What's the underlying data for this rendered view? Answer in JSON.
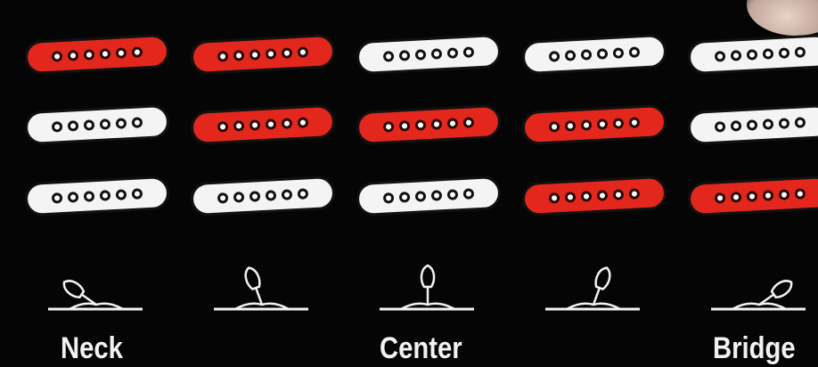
{
  "labels": {
    "neck": "Neck",
    "center": "Center",
    "bridge": "Bridge"
  },
  "colors": {
    "active": "#e3271d",
    "inactive": "#f4f4f4",
    "background": "#050505"
  },
  "positions": [
    {
      "id": "neck",
      "pickups_active": [
        true,
        false,
        false
      ],
      "switch_tilt": "left"
    },
    {
      "id": "neck-middle",
      "pickups_active": [
        true,
        true,
        false
      ],
      "switch_tilt": "slight-left"
    },
    {
      "id": "center",
      "pickups_active": [
        false,
        true,
        false
      ],
      "switch_tilt": "center"
    },
    {
      "id": "middle-bridge",
      "pickups_active": [
        false,
        true,
        true
      ],
      "switch_tilt": "slight-right"
    },
    {
      "id": "bridge",
      "pickups_active": [
        false,
        false,
        true
      ],
      "switch_tilt": "right"
    }
  ],
  "pole_count": 6
}
